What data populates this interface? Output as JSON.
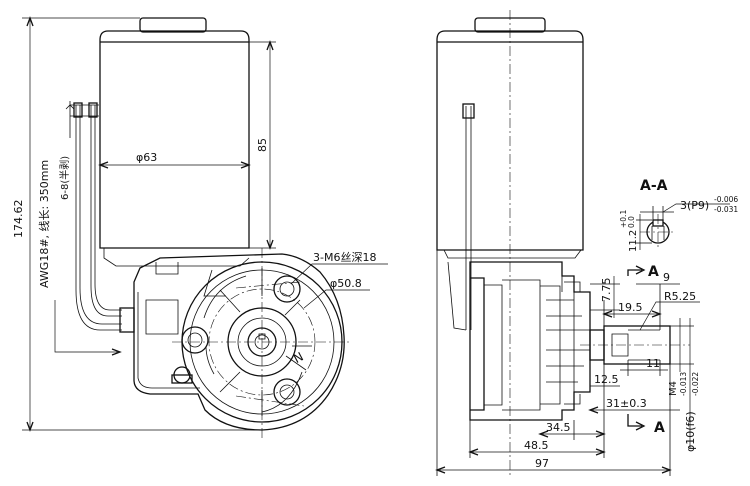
{
  "front_view": {
    "dims": {
      "total_height": "174.62",
      "motor_length": "85",
      "motor_diameter": "φ63",
      "mount_holes": "3-M6丝深18",
      "pcd": "φ50.8",
      "wire_label": "AWG18#, 线长: 350mm",
      "wire_strip": "6-8(半剥)",
      "rotation_mark": "N"
    }
  },
  "side_view": {
    "dims": {
      "section_mark_top": "A",
      "section_mark_bottom": "A",
      "d_775": "7.75",
      "d_9": "9",
      "d_195": "19.5",
      "d_r525": "R5.25",
      "d_m4": "M4",
      "d_11": "11",
      "d_125": "12.5",
      "d_31": "31±0.3",
      "d_345": "34.5",
      "d_485": "48.5",
      "d_97": "97",
      "d_shaft_main": "φ10(f6)",
      "d_shaft_tol_up": "-0.013",
      "d_shaft_tol_low": "-0.022"
    }
  },
  "section_aa": {
    "title": "A-A",
    "key_main": "3(P9)",
    "key_tol_up": "-0.006",
    "key_tol_low": "-0.031",
    "depth_main": "11.2",
    "depth_tol_up": "+0.1",
    "depth_tol_low": "0.0"
  }
}
